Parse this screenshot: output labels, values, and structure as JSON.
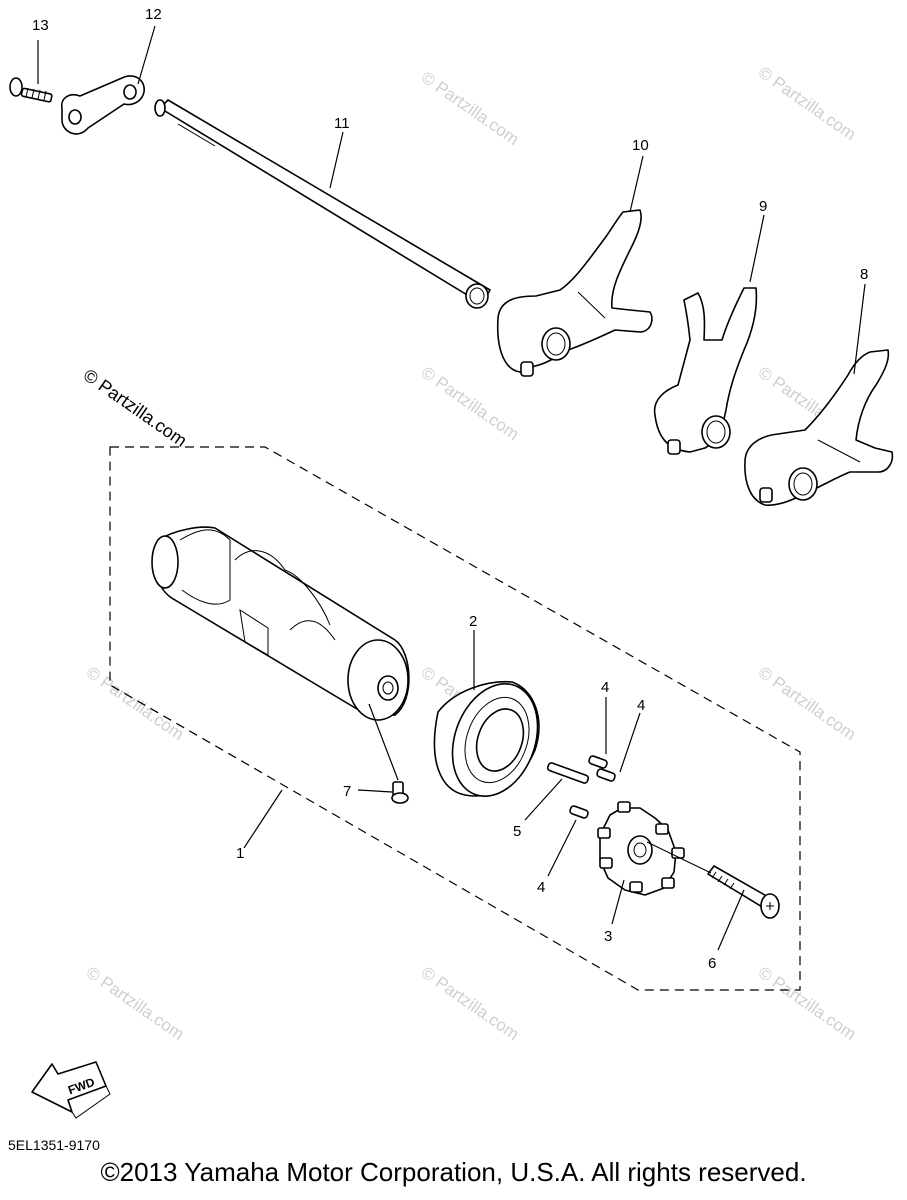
{
  "callouts": [
    {
      "id": "c13",
      "label": "13"
    },
    {
      "id": "c12",
      "label": "12"
    },
    {
      "id": "c11",
      "label": "11"
    },
    {
      "id": "c10",
      "label": "10"
    },
    {
      "id": "c9",
      "label": "9"
    },
    {
      "id": "c8",
      "label": "8"
    },
    {
      "id": "c2",
      "label": "2"
    },
    {
      "id": "c4a",
      "label": "4"
    },
    {
      "id": "c4b",
      "label": "4"
    },
    {
      "id": "c7",
      "label": "7"
    },
    {
      "id": "c5",
      "label": "5"
    },
    {
      "id": "c1",
      "label": "1"
    },
    {
      "id": "c4c",
      "label": "4"
    },
    {
      "id": "c3",
      "label": "3"
    },
    {
      "id": "c6",
      "label": "6"
    }
  ],
  "fwd_label": "FWD",
  "watermark_main": "© Partzilla.com",
  "watermark_faint": "© Partzilla.com",
  "diagram_code": "5EL1351-9170",
  "copyright": "©2013 Yamaha Motor Corporation, U.S.A. All rights reserved."
}
